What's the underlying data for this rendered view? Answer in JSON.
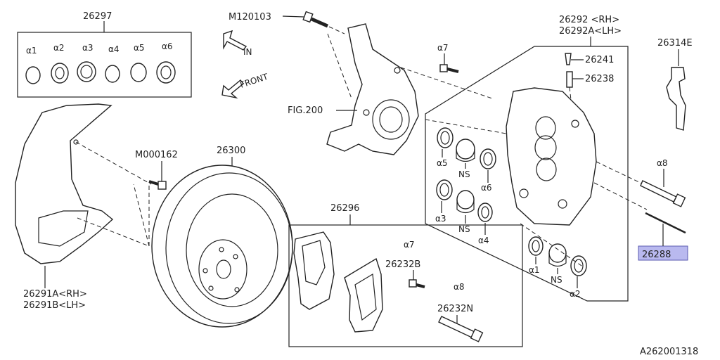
{
  "labels": {
    "kit_26297": "26297",
    "a1": "α1",
    "a2": "α2",
    "a3": "α3",
    "a4": "α4",
    "a5": "α5",
    "a6": "α6",
    "m120103": "M120103",
    "in": "IN",
    "front": "FRONT",
    "fig200": "FIG.200",
    "a7_top": "α7",
    "caliper_rh": "26292 <RH>",
    "caliper_lh": "26292A<LH>",
    "p26241": "26241",
    "p26238": "26238",
    "p26314e": "26314E",
    "m000162": "M000162",
    "p26300": "26300",
    "shield_rh": "26291A<RH>",
    "shield_lh": "26291B<LH>",
    "cal_a5": "α5",
    "ns1": "NS",
    "cal_a6": "α6",
    "cal_a3": "α3",
    "ns2": "NS",
    "cal_a4": "α4",
    "a8_right": "α8",
    "p26288": "26288",
    "cal_a1": "α1",
    "ns3": "NS",
    "cal_a2": "α2",
    "p26296": "26296",
    "a7_pad": "α7",
    "p26232b": "26232B",
    "a8_pad": "α8",
    "p26232n": "26232N",
    "diagram_id": "A262001318"
  },
  "colors": {
    "line": "#222222",
    "highlight_fill": "#b9b9ef",
    "highlight_stroke": "#5a5ab0"
  }
}
